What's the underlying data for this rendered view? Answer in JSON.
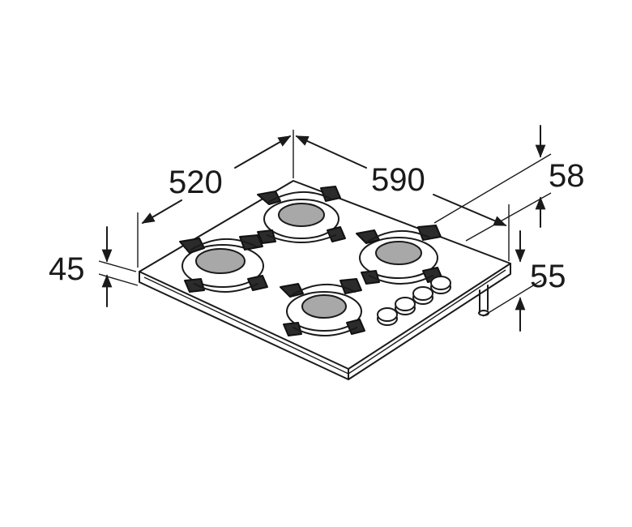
{
  "dimensions": {
    "width": "590",
    "depth": "520",
    "height_front": "45",
    "edge_offset_top": "58",
    "edge_offset_bottom": "55"
  },
  "colors": {
    "line": "#1a1a1a",
    "grate": "#2b2b2b",
    "burner_cap": "#a8a8a8",
    "background": "#ffffff"
  }
}
